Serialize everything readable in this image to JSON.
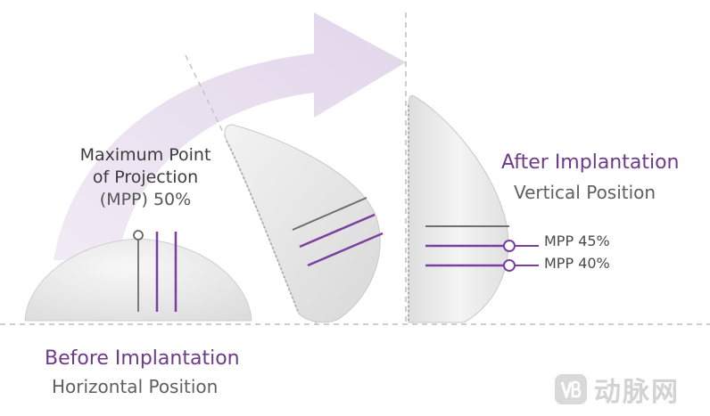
{
  "labels": {
    "mpp_line1": "Maximum Point",
    "mpp_line2": "of Projection",
    "mpp_line3": "(MPP) 50%",
    "after_title": "After Implantation",
    "after_subtitle": "Vertical Position",
    "before_title": "Before Implantation",
    "before_subtitle": "Horizontal Position",
    "mpp_45": "MPP 45%",
    "mpp_40": "MPP 40%"
  },
  "watermark": {
    "badge": "VB",
    "text": "动脉网"
  },
  "colors": {
    "purple": "#6e3a8a",
    "line_purple": "#7b3fa0",
    "arrow_fill": "#e9e0ef",
    "implant_fill": "#ececec",
    "dash": "#b8b8b8"
  },
  "icons": {
    "arrow": "curved-arrow-icon",
    "marker": "circle-marker-icon"
  }
}
